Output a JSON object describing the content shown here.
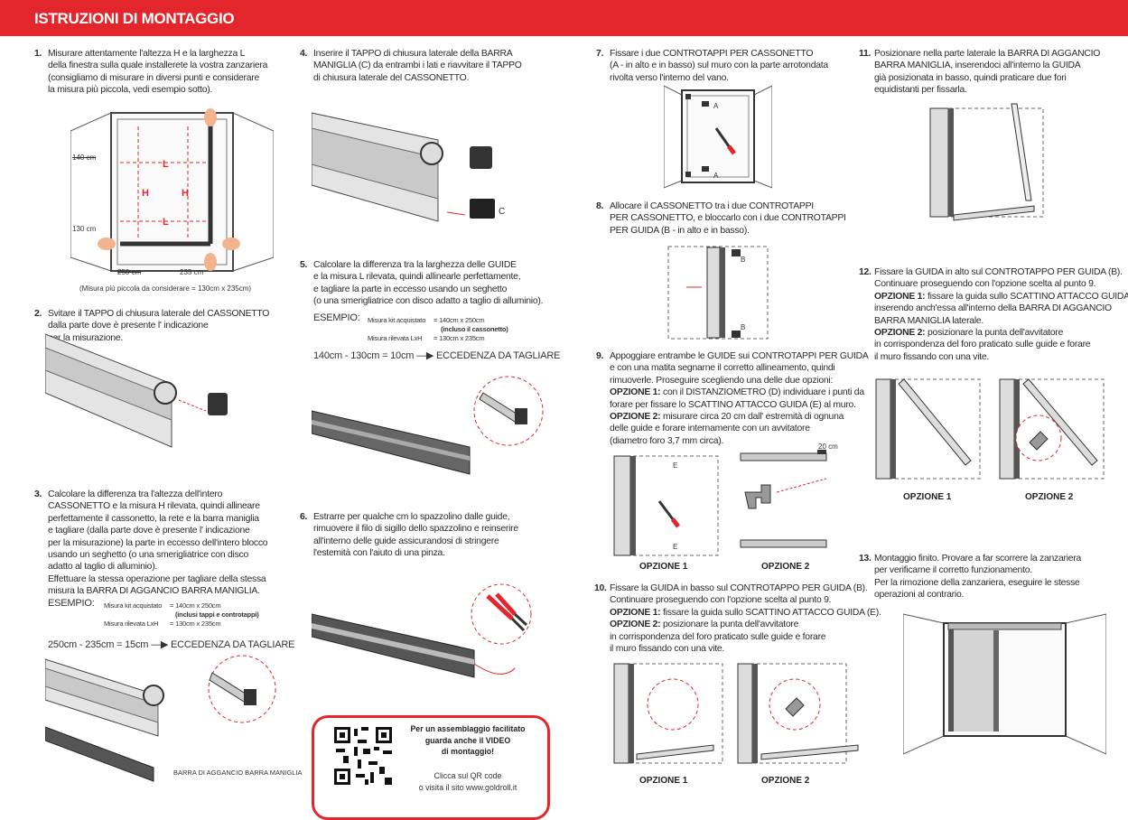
{
  "header": {
    "title": "ISTRUZIONI DI MONTAGGIO",
    "color": "#e3262b"
  },
  "steps": [
    {
      "num": "1.",
      "lines": [
        "Misurare attentamente l'altezza H e la larghezza L",
        "della finestra sulla quale installerete la vostra zanzariera",
        "(consigliamo di misurare in diversi punti e considerare",
        "la misura più piccola, vedi esempio sotto)."
      ]
    },
    {
      "num": "2.",
      "lines": [
        "Svitare il TAPPO di chiusura laterale del CASSONETTO",
        "dalla parte dove è presente l' indicazione",
        "per la misurazione."
      ]
    },
    {
      "num": "3.",
      "lines": [
        "Calcolare la differenza tra l'altezza dell'intero",
        "CASSONETTO e la misura H rilevata, quindi allineare",
        "perfettamente il cassonetto, la rete e la barra maniglia",
        "e tagliare (dalla parte dove è presente l' indicazione",
        "per la misurazione) la parte in eccesso dell'intero blocco",
        "usando un seghetto (o una smerigliatrice con disco",
        "adatto al taglio di alluminio).",
        "Effettuare la stessa operazione per tagliare della stessa",
        "misura la BARRA DI AGGANCIO BARRA MANIGLIA."
      ]
    },
    {
      "num": "4.",
      "lines": [
        "Inserire il TAPPO di chiusura laterale della BARRA",
        "MANIGLIA (C) da entrambi i lati e riavvitare il TAPPO",
        "di chiusura laterale del CASSONETTO."
      ]
    },
    {
      "num": "5.",
      "lines": [
        "Calcolare la differenza tra la larghezza delle GUIDE",
        "e la misura L rilevata, quindi allinearle perfettamente,",
        "e tagliare la parte in eccesso usando un seghetto",
        "(o una smerigliatrice con disco adatto a taglio di alluminio)."
      ]
    },
    {
      "num": "6.",
      "lines": [
        "Estrarre per qualche cm lo spazzolino dalle guide,",
        "rimuovere il filo di sigillo dello spazzolino e reinserire",
        "all'interno delle guide assicurandosi di stringere",
        "l'estemità con l'aiuto di una pinza."
      ]
    },
    {
      "num": "7.",
      "lines": [
        "Fissare i due CONTROTAPPI PER CASSONETTO",
        "(A - in alto e in basso) sul muro con la parte arrotondata",
        "rivolta verso l'interno del vano."
      ]
    },
    {
      "num": "8.",
      "lines": [
        "Allocare il CASSONETTO tra i due CONTROTAPPI",
        "PER CASSONETTO, e bloccarlo con i due CONTROTAPPI",
        "PER GUIDA (B - in alto e in basso)."
      ]
    },
    {
      "num": "9.",
      "lines": [
        "Appoggiare entrambe le GUIDE sui CONTROTAPPI PER GUIDA",
        "e con una matita segnarne il corretto allineamento, quindi",
        "rimuoverle. Proseguire scegliendo una delle due opzioni:",
        {
          "b": "OPZIONE 1:",
          "t": " con il DISTANZIOMETRO (D) individuare i punti da"
        },
        "forare per fissare lo SCATTINO ATTACCO GUIDA (E) al muro.",
        {
          "b": "OPZIONE 2:",
          "t": " misurare circa 20 cm dall' estremità di ognuna"
        },
        "delle guide e forare internamente con un avvitatore",
        "(diametro foro 3,7 mm circa)."
      ]
    },
    {
      "num": "10.",
      "lines": [
        "Fissare la GUIDA in basso sul CONTROTAPPO PER GUIDA (B).",
        "Continuare proseguendo con l'opzione scelta al punto 9.",
        {
          "b": "OPZIONE 1:",
          "t": " fissare la guida sullo SCATTINO ATTACCO GUIDA (E)."
        },
        {
          "b": "OPZIONE 2:",
          "t": " posizionare la punta dell'avvitatore"
        },
        "in corrispondenza del foro praticato sulle guide e forare",
        "il muro fissando con una vite."
      ]
    },
    {
      "num": "11.",
      "lines": [
        "Posizionare nella parte laterale la BARRA DI AGGANCIO",
        "BARRA MANIGLIA, inserendoci all'interno la GUIDA",
        "già posizionata in basso, quindi praticare due fori",
        "equidistanti per fissarla."
      ]
    },
    {
      "num": "12.",
      "lines": [
        "Fissare la GUIDA in alto sul CONTROTAPPO PER GUIDA (B).",
        "Continuare proseguendo con l'opzione scelta al punto 9.",
        {
          "b": "OPZIONE 1:",
          "t": " fissare la guida sullo SCATTINO ATTACCO GUIDA (E)"
        },
        "inserendo anch'essa all'interno della BARRA DI AGGANCIO",
        "BARRA MANIGLIA laterale.",
        {
          "b": "OPZIONE 2:",
          "t": " posizionare la punta dell'avvitatore"
        },
        "in corrispondenza del foro praticato sulle guide e forare",
        "il muro fissando con una vite."
      ]
    },
    {
      "num": "13.",
      "lines": [
        "Montaggio finito. Provare a far scorrere la zanzariera",
        "per verificarne il corretto funzionamento.",
        "Per la rimozione della zanzariera, eseguire le stesse",
        "operazioni al contrario."
      ]
    }
  ],
  "step1_figure": {
    "label_L": "L",
    "label_H": "H",
    "measure_top": "140 cm",
    "measure_bottom": "130 cm",
    "measure_left": "250 cm",
    "measure_right": "235 cm",
    "caption": "(Misura più piccola da considerare = 130cm x 235cm)"
  },
  "example3": {
    "label": "ESEMPIO:",
    "kit_label": "Misura kit acquistato",
    "kit_value": "= 140cm x 250cm",
    "kit_note": "(inclusi tappi e controtappi)",
    "measured_label": "Misura rilevata LxH",
    "measured_value": "= 130cm x 235cm",
    "formula": "250cm - 235cm = 15cm",
    "result": "ECCEDENZA DA TAGLIARE"
  },
  "example5": {
    "label": "ESEMPIO:",
    "kit_label": "Misura kit acquistato",
    "kit_value": "= 140cm x 250cm",
    "kit_note": "(incluso il cassonetto)",
    "measured_label": "Misura rilevata LxH",
    "measured_value": "= 130cm x 235cm",
    "formula": "140cm - 130cm = 10cm",
    "result": "ECCEDENZA DA TAGLIARE"
  },
  "figure_labels": {
    "step3_bar": "BARRA DI AGGANCIO BARRA MANIGLIA",
    "step4_c": "C",
    "step7_a": "A",
    "step8_b": "B",
    "step9_e": "E",
    "step9_20cm": "20 cm"
  },
  "options": {
    "opt1": "OPZIONE 1",
    "opt2": "OPZIONE 2"
  },
  "qr_box": {
    "line1": "Per un assemblaggio facilitato",
    "line2": "guarda anche il VIDEO",
    "line3": "di montaggio!",
    "line4": "Clicca sul QR code",
    "line5": "o visita il sito www.goldroll.it"
  }
}
